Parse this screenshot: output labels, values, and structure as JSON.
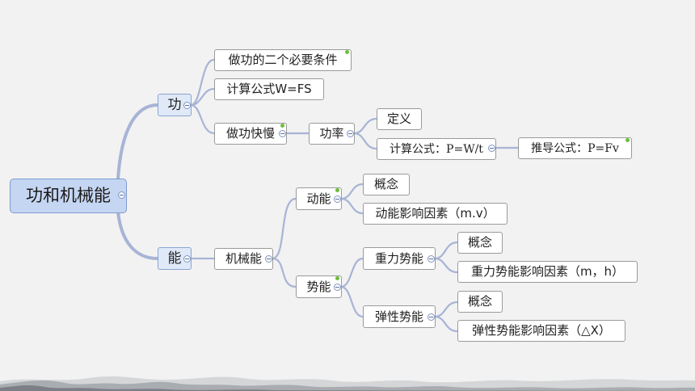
{
  "mindmap": {
    "root": "功和机械能",
    "work": {
      "label": "功",
      "conditions": "做功的二个必要条件",
      "formula": "计算公式W=FS",
      "speed": "做功快慢",
      "power": {
        "label": "功率",
        "definition": "定义",
        "formula": "计算公式：P=W/t",
        "derived": "推导公式：P=Fv"
      }
    },
    "energy": {
      "label": "能",
      "mechanical": "机械能",
      "kinetic": {
        "label": "动能",
        "concept": "概念",
        "factors": "动能影响因素（m.v）"
      },
      "potential": {
        "label": "势能",
        "gravitational": {
          "label": "重力势能",
          "concept": "概念",
          "factors": "重力势能影响因素（m，h）"
        },
        "elastic": {
          "label": "弹性势能",
          "concept": "概念",
          "factors": "弹性势能影响因素（△X）"
        }
      }
    }
  },
  "colors": {
    "connector": "#a8b4d6",
    "root_fill": "#c5d6f2",
    "branch_fill": "#dfe9f8",
    "marker": "#6bbf3a"
  }
}
